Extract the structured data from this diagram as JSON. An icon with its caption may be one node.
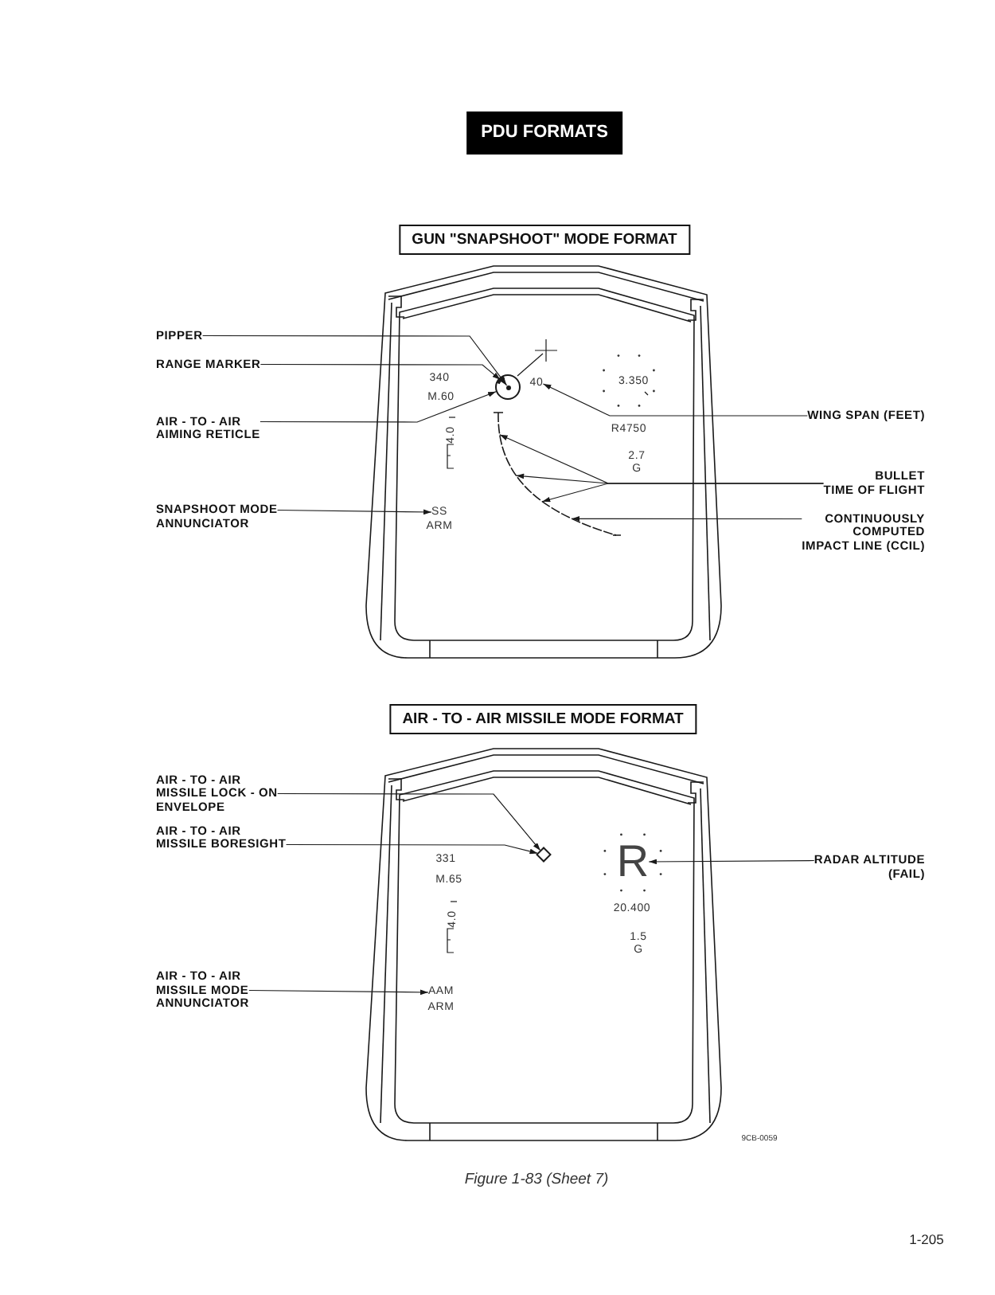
{
  "diagram": {
    "title": "PDU FORMATS",
    "caption": "Figure 1-83 (Sheet 7)",
    "nodes": [
      {
        "text": [
          "GUN \"SNAPSHOOT\" MODE FORMAT"
        ]
      },
      {
        "text": [
          "PIPPER"
        ]
      },
      {
        "text": [
          "RANGE MARKER"
        ]
      },
      {
        "text": [
          "AIR - TO - AIR AIMING RETICLE"
        ]
      },
      {
        "text": [],
        "shape": "circle"
      },
      {
        "text": [],
        "shape": "circle",
        "in": 4
      },
      {
        "text": [],
        "shape": "arc",
        "in": 4
      },
      {
        "text": [
          "40"
        ]
      },
      {
        "text": [
          "WING SPAN (FEET)"
        ]
      },
      {
        "text": [
          "BULLET TIME OF FLIGHT"
        ]
      },
      {
        "text": [],
        "shape": "curve"
      },
      {
        "text": [
          "CONTINUOUSLY COMPUTED IMPACT LINE (CCIL)"
        ]
      },
      {
        "text": [
          "SNAPSHOOT MODE ANNUNCIATOR"
        ]
      },
      {
        "text": [
          "SS"
        ]
      },
      {
        "text": [
          "AIR - TO - AIR MISSILE MODE FORMAT"
        ]
      },
      {
        "text": [
          "AIR - TO - AIR MISSILE LOCK - ON ENVELOPE"
        ]
      },
      {
        "text": [
          "AIR - TO - AIR MISSILE BORESIGHT"
        ]
      },
      {
        "text": [],
        "shape": "diamond"
      },
      {
        "text": [
          "R"
        ]
      },
      {
        "text": [
          "RADAR ALTITUDE (FAIL)"
        ]
      },
      {
        "text": [
          "AIR - TO - AIR MISSILE MODE ANNUNCIATOR"
        ]
      },
      {
        "text": [
          "AAM"
        ]
      }
    ],
    "edges": [
      {
        "from": 1,
        "to": 5,
        "arrow": "to"
      },
      {
        "from": 2,
        "to": 6,
        "arrow": "to"
      },
      {
        "from": 3,
        "to": 4,
        "arrow": "to"
      },
      {
        "from": 8,
        "to": 7,
        "arrow": "to"
      },
      {
        "from": 9,
        "to": 10,
        "arrow": "to"
      },
      {
        "from": 9,
        "to": 10,
        "arrow": "to"
      },
      {
        "from": 9,
        "to": 10,
        "arrow": "to"
      },
      {
        "from": 11,
        "to": 10,
        "arrow": "to"
      },
      {
        "from": 12,
        "to": 13,
        "arrow": "to"
      },
      {
        "from": 15,
        "to": 17,
        "arrow": "to"
      },
      {
        "from": 16,
        "to": 17,
        "arrow": "to"
      },
      {
        "from": 19,
        "to": 18,
        "arrow": "to"
      },
      {
        "from": 20,
        "to": 21,
        "arrow": "to"
      }
    ],
    "labels": [
      "340",
      "3.350",
      "M.60",
      "4.0",
      "R4750",
      "2.7",
      "G",
      "ARM",
      "331",
      "M.65",
      "20.400",
      "4.0",
      "1.5",
      "G",
      "ARM",
      "9CB-0059",
      "1-205"
    ]
  }
}
